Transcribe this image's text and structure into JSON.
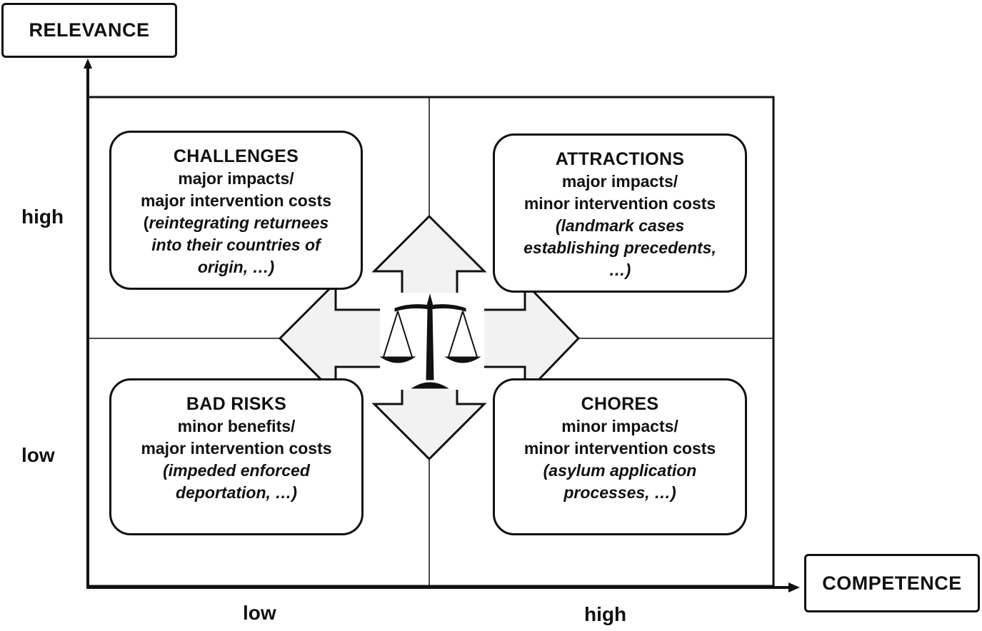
{
  "y_axis": {
    "title": "RELEVANCE",
    "high": "high",
    "low": "low"
  },
  "x_axis": {
    "title": "COMPETENCE",
    "low": "low",
    "high": "high"
  },
  "quadrants": {
    "challenges": {
      "title": "CHALLENGES",
      "line1": "major impacts/",
      "line2": "major intervention costs",
      "ex_open": "(",
      "example": "reintegrating returnees into their countries of origin, …)"
    },
    "attractions": {
      "title": "ATTRACTIONS",
      "line1": "major impacts/",
      "line2": "minor intervention costs",
      "example": "(landmark cases establishing precedents, …)"
    },
    "bad_risks": {
      "title": "BAD RISKS",
      "line1": "minor benefits/",
      "line2": "major intervention costs",
      "example": "(impeded enforced deportation, …)"
    },
    "chores": {
      "title": "CHORES",
      "line1": "minor impacts/",
      "line2": "minor intervention costs",
      "example": "(asylum application processes, …)"
    }
  },
  "center_icon": "scales-of-justice-icon",
  "colors": {
    "line": "#111111",
    "arrow_fill": "#f2f2f2",
    "background": "#ffffff"
  }
}
